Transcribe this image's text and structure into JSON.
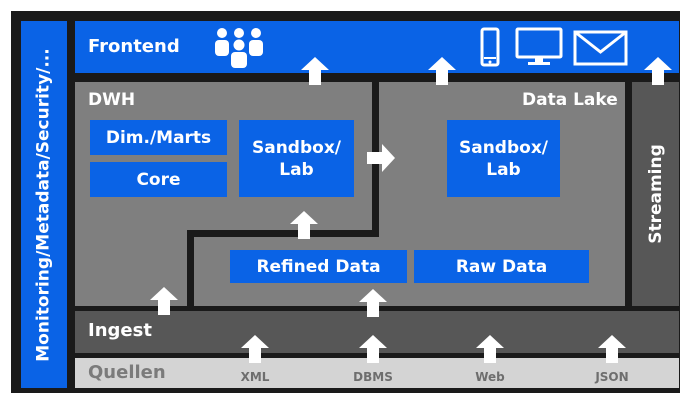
{
  "side_bar": {
    "label": "Monitoring/Metadata/Security/..."
  },
  "frontend": {
    "label": "Frontend",
    "icons": [
      "users-icon",
      "smartphone-icon",
      "monitor-icon",
      "mail-icon"
    ]
  },
  "dwh": {
    "label": "DWH",
    "dim_marts": "Dim./Marts",
    "core": "Core",
    "sandbox": "Sandbox/\nLab"
  },
  "data_lake": {
    "label": "Data Lake",
    "sandbox": "Sandbox/\nLab",
    "refined_data": "Refined Data",
    "raw_data": "Raw Data"
  },
  "streaming": {
    "label": "Streaming"
  },
  "ingest": {
    "label": "Ingest"
  },
  "sources": {
    "label": "Quellen",
    "items": [
      "XML",
      "DBMS",
      "Web",
      "JSON"
    ]
  },
  "colors": {
    "blue": "#0a63e6",
    "frame": "#1a1a1a",
    "mid_grey": "#7f7f7f",
    "dark_grey": "#575757",
    "light_grey": "#d4d4d4"
  }
}
